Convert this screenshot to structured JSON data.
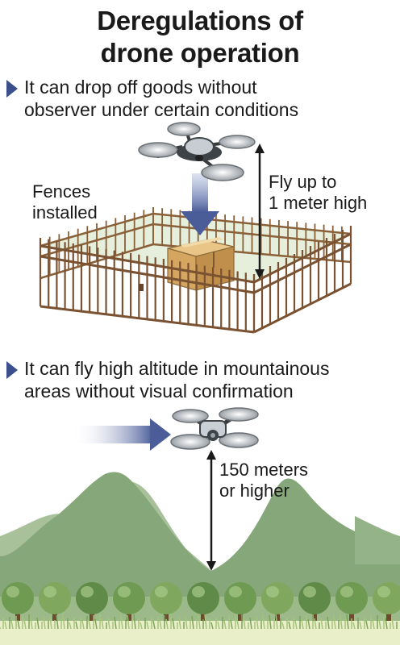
{
  "title": {
    "line1": "Deregulations of",
    "line2": "drone operation"
  },
  "section1": {
    "line1": "It can drop off goods without",
    "line2": "observer under certain conditions",
    "label_fences_1": "Fences",
    "label_fences_2": "installed",
    "label_height_1": "Fly up to",
    "label_height_2": "1 meter high"
  },
  "section2": {
    "line1": "It can fly high altitude in mountainous",
    "line2": "areas without visual confirmation",
    "label_altitude_1": "150 meters",
    "label_altitude_2": "or higher"
  },
  "colors": {
    "bullet": "#3b4f8c",
    "arrow_blue": "#4a5d99",
    "fence": "#7a5232",
    "box": "#d6a961",
    "mountain_dark": "#86a77a",
    "mountain_light": "#a9c19b",
    "tree": "#6f9a52"
  }
}
